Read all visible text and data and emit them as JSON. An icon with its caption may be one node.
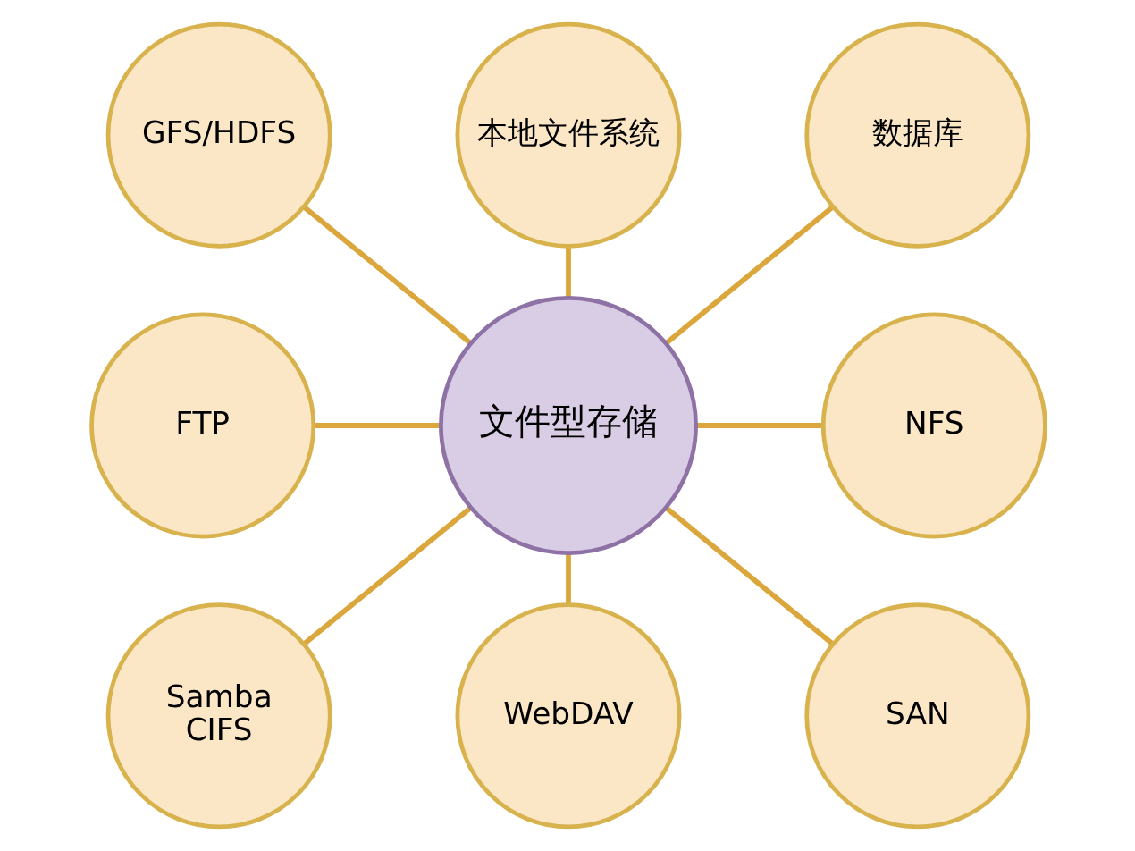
{
  "diagram": {
    "nodes": [
      {
        "text": [
          "文件型存储"
        ]
      },
      {
        "text": [
          "本地文件系统"
        ]
      },
      {
        "text": [
          "数据库"
        ]
      },
      {
        "text": [
          "NFS"
        ]
      },
      {
        "text": [
          "SAN"
        ]
      },
      {
        "text": [
          "WebDAV"
        ]
      },
      {
        "text": [
          "Samba CIFS"
        ]
      },
      {
        "text": [
          "FTP"
        ]
      },
      {
        "text": [
          "GFS/HDFS"
        ]
      }
    ],
    "edges": [
      {
        "from": 0,
        "to": 1,
        "arrow": "none"
      },
      {
        "from": 0,
        "to": 2,
        "arrow": "none"
      },
      {
        "from": 0,
        "to": 3,
        "arrow": "none"
      },
      {
        "from": 0,
        "to": 4,
        "arrow": "none"
      },
      {
        "from": 0,
        "to": 5,
        "arrow": "none"
      },
      {
        "from": 0,
        "to": 6,
        "arrow": "none"
      },
      {
        "from": 0,
        "to": 7,
        "arrow": "none"
      },
      {
        "from": 0,
        "to": 8,
        "arrow": "none"
      }
    ]
  }
}
